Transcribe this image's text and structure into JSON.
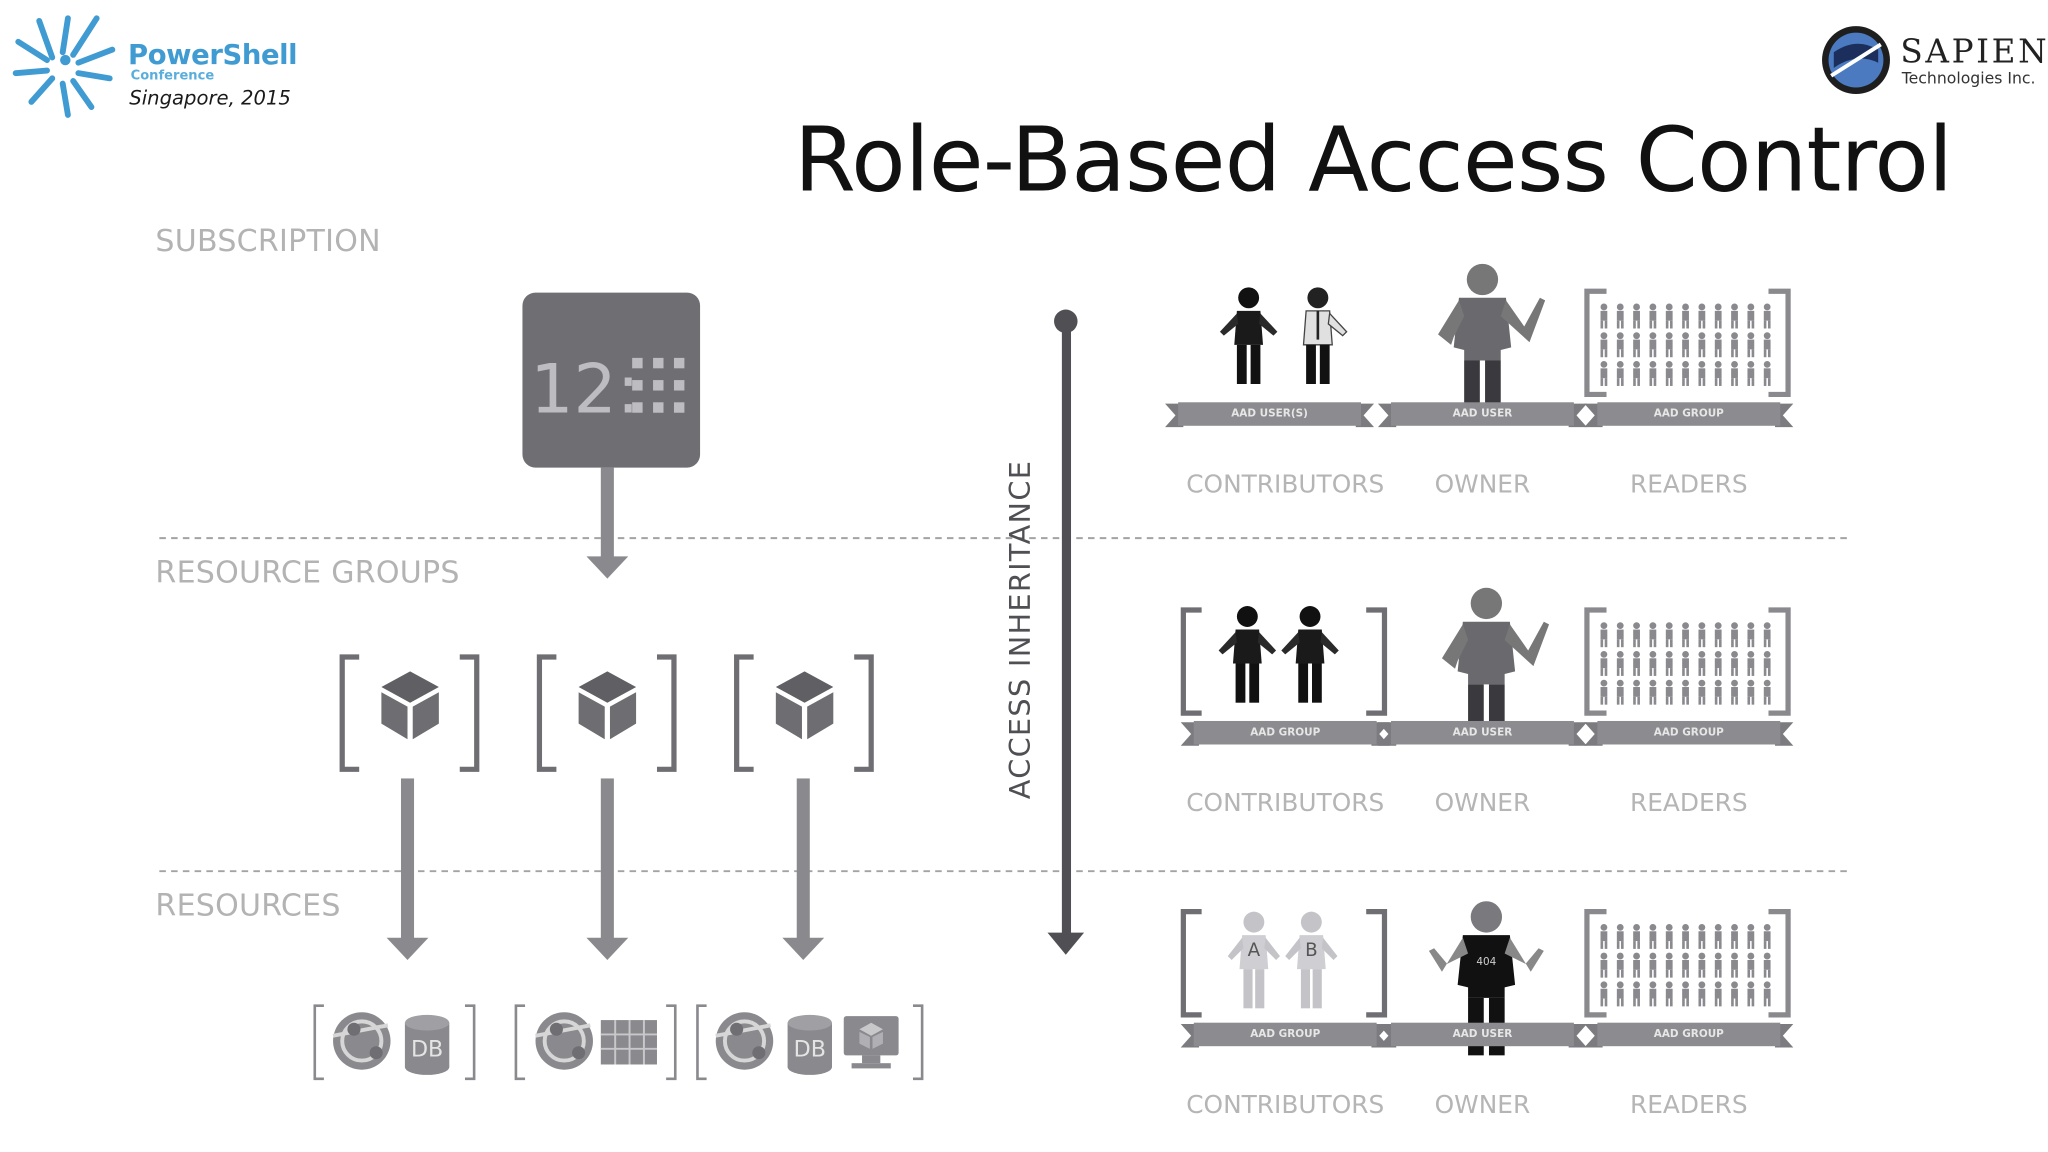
{
  "conference": {
    "name": "PowerShell",
    "sub": "Conference",
    "place": "Singapore, 2015"
  },
  "company": {
    "name": "SAPIEN",
    "sub": "Technologies Inc."
  },
  "title": "Role-Based Access Control",
  "tiers": {
    "subscription": "SUBSCRIPTION",
    "resource_groups": "RESOURCE GROUPS",
    "resources": "RESOURCES"
  },
  "subscription_icon_text": "12:",
  "resource_db_label": "DB",
  "access_inheritance": "ACCESS INHERITANCE",
  "rows": [
    {
      "contributors": {
        "banner": "AAD USER(S)",
        "label": "CONTRIBUTORS"
      },
      "owner": {
        "banner": "AAD USER",
        "label": "OWNER"
      },
      "readers": {
        "banner": "AAD GROUP",
        "label": "READERS"
      }
    },
    {
      "contributors": {
        "banner": "AAD GROUP",
        "label": "CONTRIBUTORS"
      },
      "owner": {
        "banner": "AAD USER",
        "label": "OWNER"
      },
      "readers": {
        "banner": "AAD GROUP",
        "label": "READERS"
      }
    },
    {
      "contributors": {
        "banner": "AAD GROUP",
        "label": "CONTRIBUTORS",
        "person_a": "A",
        "person_b": "B"
      },
      "owner": {
        "banner": "AAD USER",
        "label": "OWNER",
        "shirt": "404"
      },
      "readers": {
        "banner": "AAD GROUP",
        "label": "READERS"
      }
    }
  ],
  "colors": {
    "accent_blue": "#3f9bd1",
    "icon_gray": "#6e6e73",
    "arrow_gray": "#8a8a8e",
    "label_gray": "#b3b3b3",
    "dark": "#111111"
  }
}
